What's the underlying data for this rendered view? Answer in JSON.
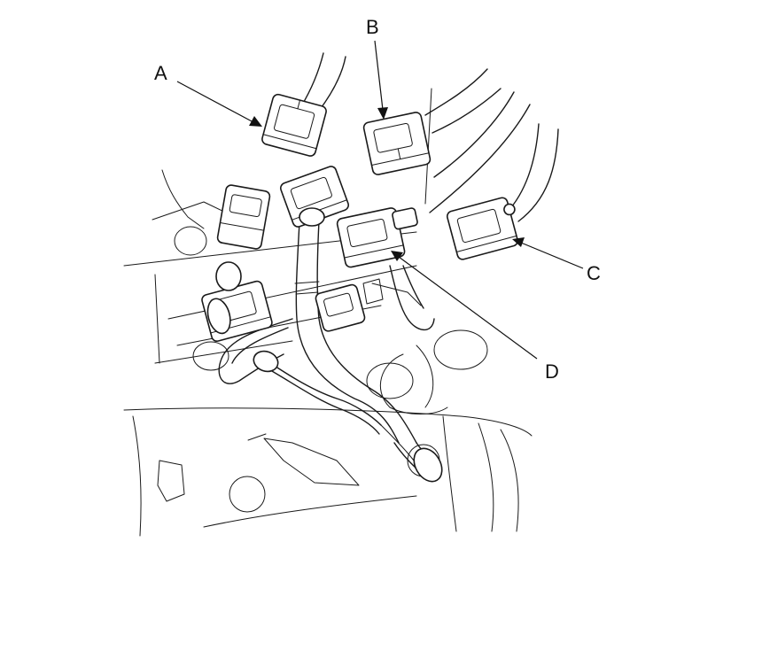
{
  "callouts": {
    "a": {
      "letter": "A"
    },
    "b": {
      "letter": "B"
    },
    "c": {
      "letter": "C"
    },
    "d": {
      "letter": "D"
    }
  }
}
